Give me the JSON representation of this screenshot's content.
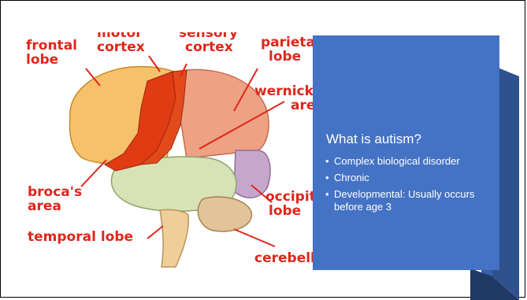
{
  "brain_labels": {
    "frontal": "frontal\nlobe",
    "motor": "motor\ncortex",
    "sensory": "sensory\ncortex",
    "parietal": "parietal\nlobe",
    "wernicke": "wernicke's\narea",
    "broca": "broca's\narea",
    "occipital": "occipital\nlobe",
    "temporal": "temporal lobe",
    "cerebellum": "cerebellum"
  },
  "panel": {
    "title": "What is autism?",
    "bullets": [
      "Complex biological disorder",
      "Chronic",
      "Developmental: Usually occurs before age 3"
    ]
  },
  "colors": {
    "panel_blue": "#4472c4",
    "label_red": "#e0261b"
  }
}
